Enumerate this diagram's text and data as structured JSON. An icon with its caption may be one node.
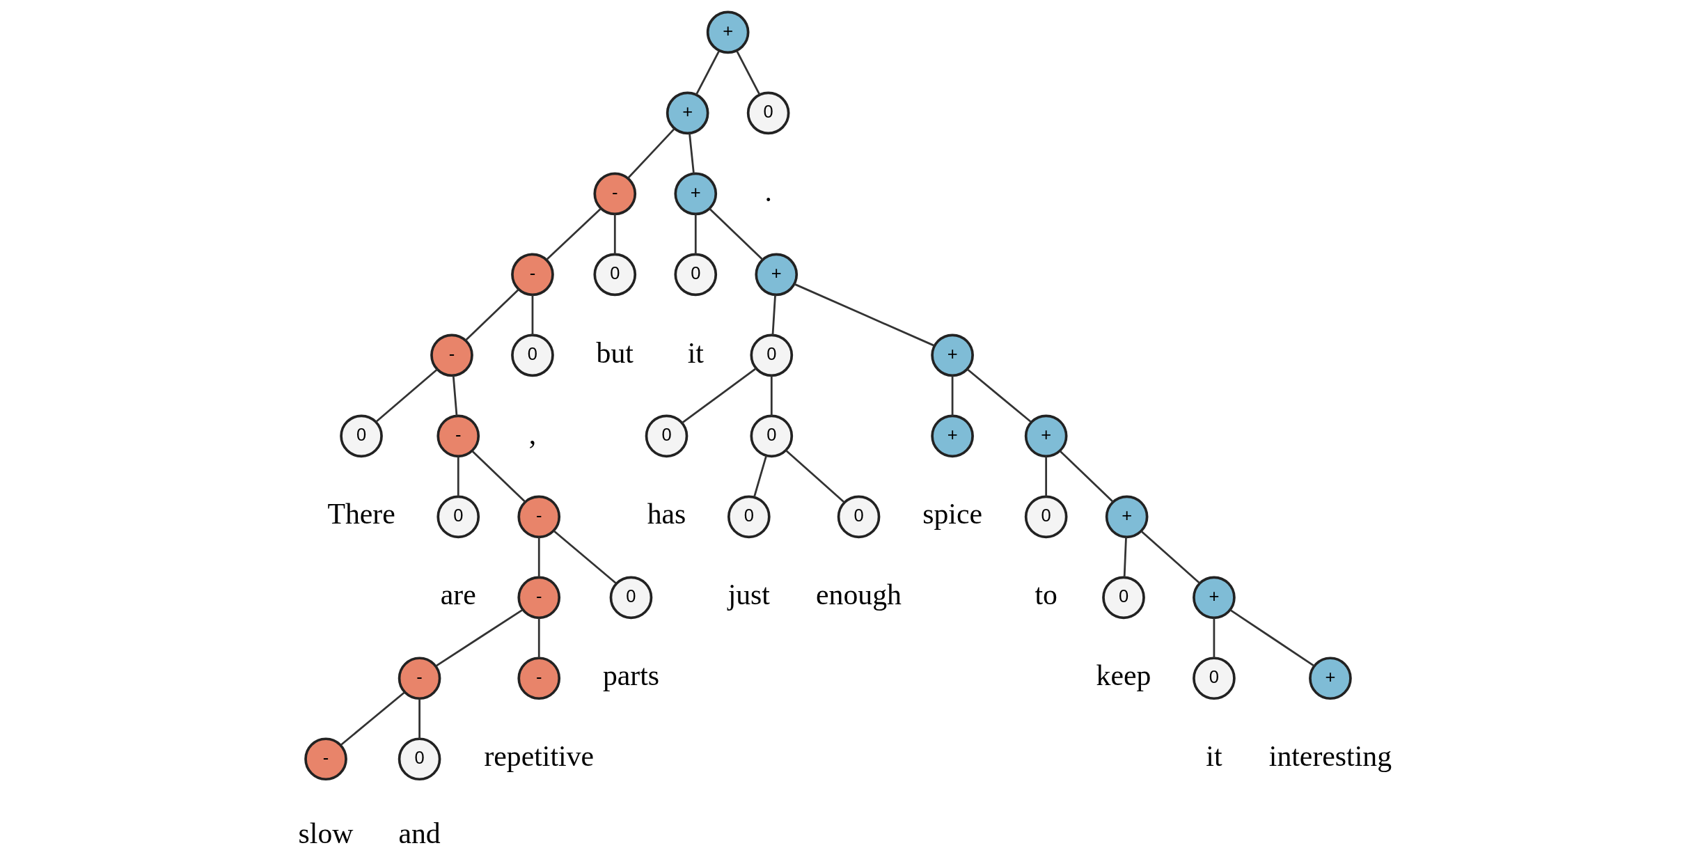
{
  "diagram": {
    "nodes": [
      {
        "text": [
          "+"
        ]
      },
      {
        "text": [
          "+"
        ]
      },
      {
        "text": [
          "-"
        ]
      },
      {
        "text": [
          "-"
        ]
      },
      {
        "text": [
          "-"
        ]
      },
      {
        "text": [
          "0"
        ],
        "beside": [
          "There"
        ]
      },
      {
        "text": [
          "-"
        ]
      },
      {
        "text": [
          "0"
        ],
        "beside": [
          "are"
        ]
      },
      {
        "text": [
          "-"
        ]
      },
      {
        "text": [
          "-"
        ]
      },
      {
        "text": [
          "-"
        ]
      },
      {
        "text": [
          "-"
        ],
        "beside": [
          "slow"
        ]
      },
      {
        "text": [
          "0"
        ],
        "beside": [
          "and"
        ]
      },
      {
        "text": [
          "-"
        ],
        "beside": [
          "repetitive"
        ]
      },
      {
        "text": [
          "0"
        ],
        "beside": [
          "parts"
        ]
      },
      {
        "text": [
          "0"
        ],
        "beside": [
          ","
        ]
      },
      {
        "text": [
          "0"
        ],
        "beside": [
          "but"
        ]
      },
      {
        "text": [
          "+"
        ]
      },
      {
        "text": [
          "0"
        ],
        "beside": [
          "it"
        ]
      },
      {
        "text": [
          "+"
        ]
      },
      {
        "text": [
          "0"
        ]
      },
      {
        "text": [
          "0"
        ],
        "beside": [
          "has"
        ]
      },
      {
        "text": [
          "0"
        ]
      },
      {
        "text": [
          "0"
        ],
        "beside": [
          "just"
        ]
      },
      {
        "text": [
          "0"
        ],
        "beside": [
          "enough"
        ]
      },
      {
        "text": [
          "+"
        ]
      },
      {
        "text": [
          "+"
        ],
        "beside": [
          "spice"
        ]
      },
      {
        "text": [
          "+"
        ]
      },
      {
        "text": [
          "0"
        ],
        "beside": [
          "to"
        ]
      },
      {
        "text": [
          "+"
        ]
      },
      {
        "text": [
          "0"
        ],
        "beside": [
          "keep"
        ]
      },
      {
        "text": [
          "+"
        ]
      },
      {
        "text": [
          "0"
        ],
        "beside": [
          "it"
        ]
      },
      {
        "text": [
          "+"
        ],
        "beside": [
          "interesting"
        ]
      },
      {
        "text": [
          "0"
        ],
        "beside": [
          "."
        ]
      }
    ],
    "edges": [
      {
        "from": 0,
        "to": 1,
        "arrow": "none"
      },
      {
        "from": 0,
        "to": 34,
        "arrow": "none"
      },
      {
        "from": 1,
        "to": 2,
        "arrow": "none"
      },
      {
        "from": 1,
        "to": 17,
        "arrow": "none"
      },
      {
        "from": 2,
        "to": 3,
        "arrow": "none"
      },
      {
        "from": 2,
        "to": 16,
        "arrow": "none"
      },
      {
        "from": 3,
        "to": 4,
        "arrow": "none"
      },
      {
        "from": 3,
        "to": 15,
        "arrow": "none"
      },
      {
        "from": 4,
        "to": 5,
        "arrow": "none"
      },
      {
        "from": 4,
        "to": 6,
        "arrow": "none"
      },
      {
        "from": 6,
        "to": 7,
        "arrow": "none"
      },
      {
        "from": 6,
        "to": 8,
        "arrow": "none"
      },
      {
        "from": 8,
        "to": 9,
        "arrow": "none"
      },
      {
        "from": 8,
        "to": 14,
        "arrow": "none"
      },
      {
        "from": 9,
        "to": 10,
        "arrow": "none"
      },
      {
        "from": 9,
        "to": 13,
        "arrow": "none"
      },
      {
        "from": 10,
        "to": 11,
        "arrow": "none"
      },
      {
        "from": 10,
        "to": 12,
        "arrow": "none"
      },
      {
        "from": 17,
        "to": 18,
        "arrow": "none"
      },
      {
        "from": 17,
        "to": 19,
        "arrow": "none"
      },
      {
        "from": 19,
        "to": 20,
        "arrow": "none"
      },
      {
        "from": 19,
        "to": 25,
        "arrow": "none"
      },
      {
        "from": 20,
        "to": 21,
        "arrow": "none"
      },
      {
        "from": 20,
        "to": 22,
        "arrow": "none"
      },
      {
        "from": 22,
        "to": 23,
        "arrow": "none"
      },
      {
        "from": 22,
        "to": 24,
        "arrow": "none"
      },
      {
        "from": 25,
        "to": 26,
        "arrow": "none"
      },
      {
        "from": 25,
        "to": 27,
        "arrow": "none"
      },
      {
        "from": 27,
        "to": 28,
        "arrow": "none"
      },
      {
        "from": 27,
        "to": 29,
        "arrow": "none"
      },
      {
        "from": 29,
        "to": 30,
        "arrow": "none"
      },
      {
        "from": 29,
        "to": 31,
        "arrow": "none"
      },
      {
        "from": 31,
        "to": 32,
        "arrow": "none"
      },
      {
        "from": 31,
        "to": 33,
        "arrow": "none"
      }
    ]
  }
}
